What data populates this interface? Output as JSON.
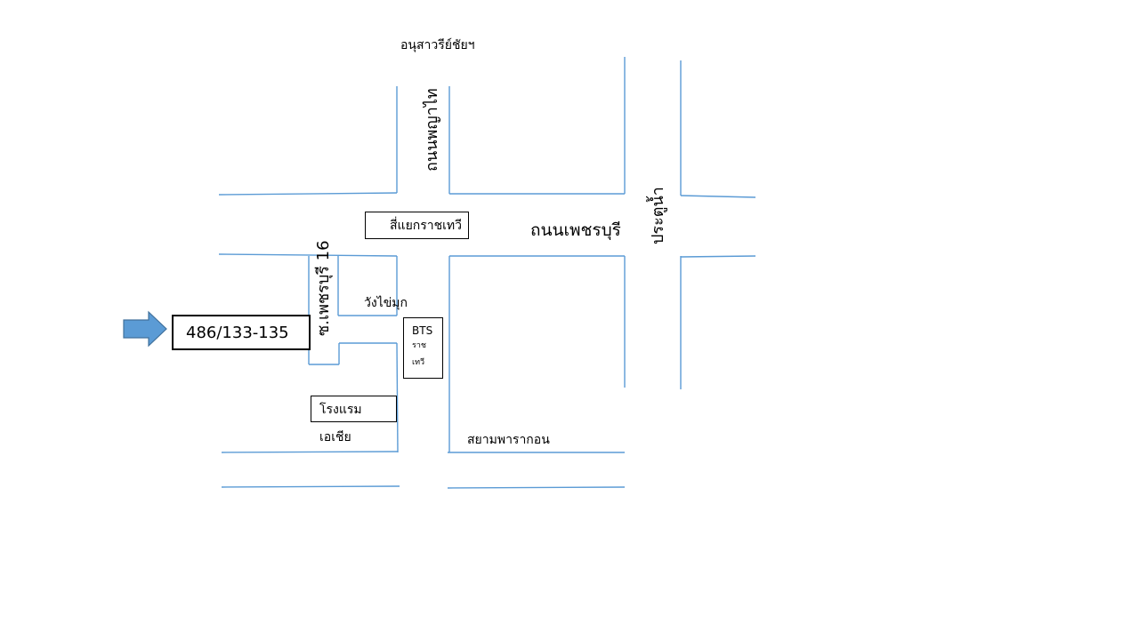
{
  "labels": {
    "monument": "อนุสาวรีย์ชัยฯ",
    "phaya_thai_road": "ถนนพญาไท",
    "ratchathewi_intersection": "สี่แยกราชเทวี",
    "phetchaburi_road": "ถนนเพชรบุรี",
    "pratunam": "ประตูน้ำ",
    "soi_phetchaburi_16": "ซ.เพชรบุรี 16",
    "wang_khai_muk": "วังไข่มุก",
    "address": "486/133-135",
    "bts_line1": "BTS",
    "bts_line2": "ราช",
    "bts_line3": "เทวี",
    "hotel_line1": "โรงแรม",
    "hotel_line2": "เอเชีย",
    "siam_paragon": "สยามพารากอน"
  },
  "colors": {
    "road": "#5b9bd5",
    "arrow": "#5b9bd5",
    "arrow_border": "#41719c"
  },
  "icons": {
    "pointer": "right-arrow-icon"
  }
}
